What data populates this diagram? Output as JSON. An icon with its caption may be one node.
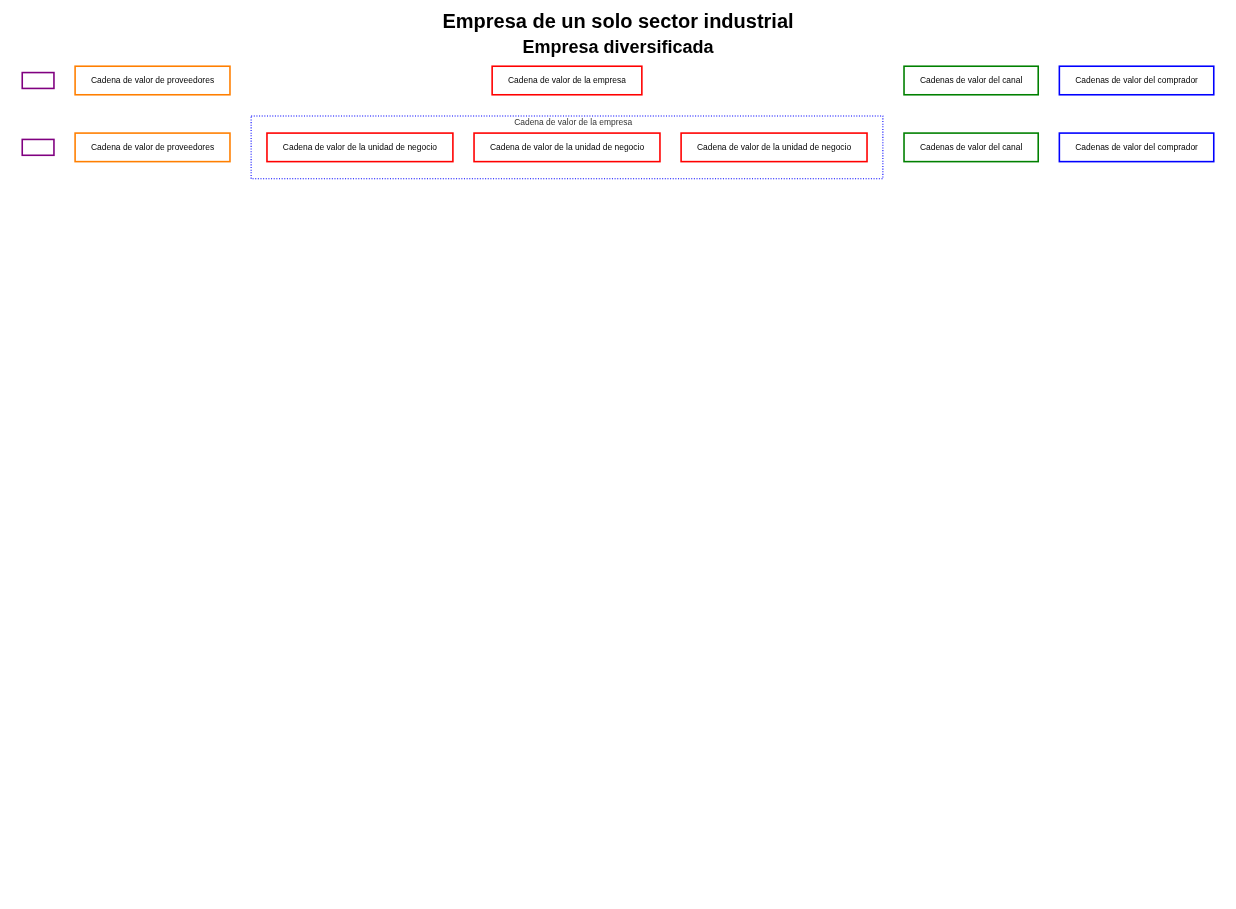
{
  "diagram": {
    "title": "Empresa de un solo sector industrial",
    "nodes": [
      {
        "text": [],
        "shape": "box"
      },
      {
        "text": [
          "Cadena de valor de proveedores"
        ]
      },
      {
        "text": [
          "Cadena de valor de la empresa"
        ]
      },
      {
        "text": [
          "Cadenas de valor del canal"
        ]
      },
      {
        "text": [
          "Cadenas de valor del comprador"
        ]
      },
      {
        "text": [
          "Cadena de valor de la empresa"
        ]
      },
      {
        "text": [
          "Cadena de valor de la unidad de negocio"
        ],
        "in": 5
      },
      {
        "text": [],
        "shape": "box"
      },
      {
        "text": [
          "Cadena de valor de proveedores"
        ]
      },
      {
        "text": [
          "Cadena de valor de la unidad de negocio"
        ],
        "in": 5
      },
      {
        "text": [
          "Cadenas de valor del canal"
        ]
      },
      {
        "text": [
          "Cadenas de valor del comprador"
        ]
      },
      {
        "text": [
          "Cadena de valor de la unidad de negocio"
        ],
        "in": 5
      }
    ],
    "edges": [],
    "labels": [
      "Empresa diversificada"
    ]
  }
}
